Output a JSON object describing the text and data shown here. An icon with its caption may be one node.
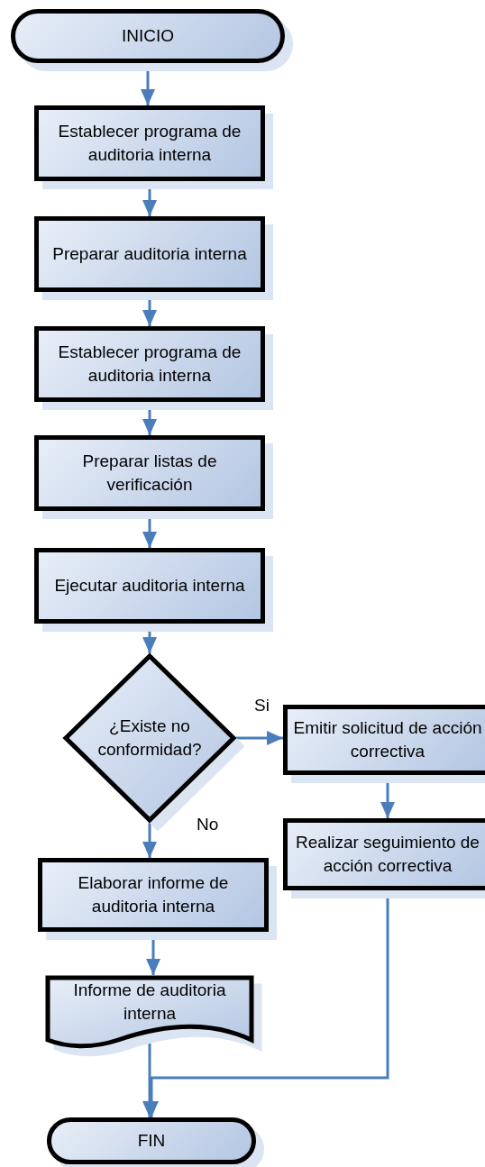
{
  "diagram": {
    "nodes": [
      {
        "text": [
          "INICIO"
        ]
      },
      {
        "text": [
          "Establecer programa de auditoria interna"
        ]
      },
      {
        "text": [
          "Preparar auditoria interna"
        ]
      },
      {
        "text": [
          "Establecer programa de auditoria interna"
        ]
      },
      {
        "text": [
          "Preparar listas de verificación"
        ]
      },
      {
        "text": [
          "Ejecutar auditoria interna"
        ]
      },
      {
        "text": [
          "¿Existe no conformidad?"
        ]
      },
      {
        "text": [
          "Emitir solicitud de acción correctiva"
        ]
      },
      {
        "text": [
          "Realizar seguimiento de acción correctiva"
        ]
      },
      {
        "text": [
          "Elaborar informe de auditoria interna"
        ]
      },
      {
        "text": [
          "Informe de auditoria interna"
        ]
      },
      {
        "text": [
          "FIN"
        ]
      }
    ],
    "edges": [
      {
        "from": 0,
        "to": 1,
        "arrow": "to"
      },
      {
        "from": 1,
        "to": 2,
        "arrow": "to"
      },
      {
        "from": 2,
        "to": 3,
        "arrow": "to"
      },
      {
        "from": 3,
        "to": 4,
        "arrow": "to"
      },
      {
        "from": 4,
        "to": 5,
        "arrow": "to"
      },
      {
        "from": 5,
        "to": 6,
        "arrow": "to"
      },
      {
        "from": 6,
        "to": 7,
        "arrow": "to",
        "label": "Si"
      },
      {
        "from": 7,
        "to": 8,
        "arrow": "to"
      },
      {
        "from": 6,
        "to": 9,
        "arrow": "to",
        "label": "No"
      },
      {
        "from": 9,
        "to": 10,
        "arrow": "to"
      },
      {
        "from": 10,
        "to": 11,
        "arrow": "to"
      },
      {
        "from": 8,
        "to": 11,
        "arrow": "to"
      }
    ]
  }
}
